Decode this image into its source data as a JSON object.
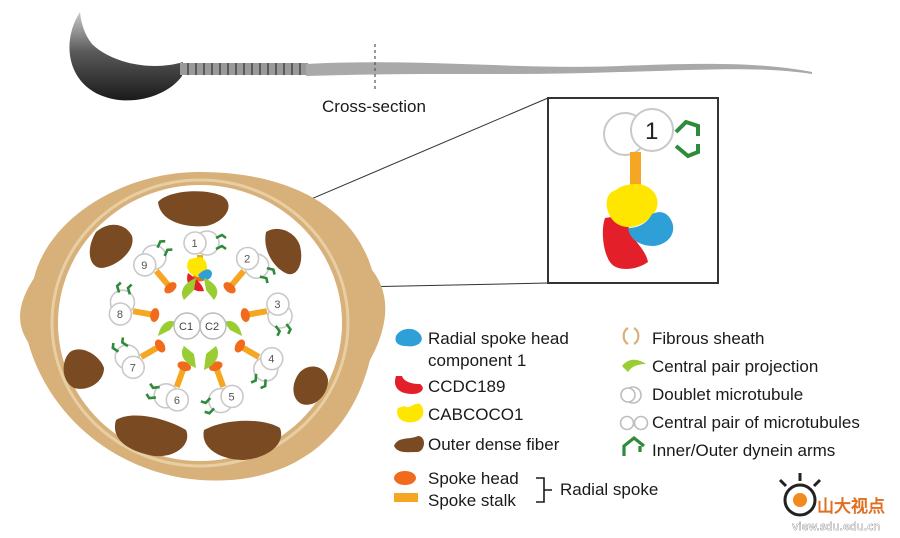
{
  "sperm": {
    "cross_section_label": "Cross-section"
  },
  "zoom": {
    "doublet_number": "1"
  },
  "doublets": [
    {
      "number": "1"
    },
    {
      "number": "2"
    },
    {
      "number": "3"
    },
    {
      "number": "4"
    },
    {
      "number": "5"
    },
    {
      "number": "6"
    },
    {
      "number": "7"
    },
    {
      "number": "8"
    },
    {
      "number": "9"
    }
  ],
  "central_pair": {
    "c1": "C1",
    "c2": "C2"
  },
  "legend_left": [
    {
      "icon": "radial-spoke-head-component-1-icon",
      "line1": "Radial spoke head",
      "line2": "component 1",
      "color": "#2f9fd8"
    },
    {
      "icon": "ccdc189-icon",
      "line1": "CCDC189",
      "color": "#e3202a"
    },
    {
      "icon": "cabcoco1-icon",
      "line1": "CABCOCO1",
      "color": "#ffe600"
    },
    {
      "icon": "outer-dense-fiber-icon",
      "line1": "Outer dense fiber",
      "color": "#7a4a22"
    }
  ],
  "legend_right": [
    {
      "icon": "fibrous-sheath-icon",
      "label": "Fibrous sheath"
    },
    {
      "icon": "central-pair-projection-icon",
      "label": "Central pair projection"
    },
    {
      "icon": "doublet-microtubule-icon",
      "label": "Doublet microtubule"
    },
    {
      "icon": "central-pair-microtubules-icon",
      "label": "Central pair of microtubules"
    },
    {
      "icon": "dynein-arms-icon",
      "label": "Inner/Outer dynein arms"
    }
  ],
  "radial_spoke": {
    "head_label": "Spoke head",
    "stalk_label": "Spoke stalk",
    "group_label": "Radial spoke"
  },
  "watermark": {
    "text": "山大视点",
    "url": "view.sdu.edu.cn"
  },
  "colors": {
    "sheath": "#d7b07a",
    "dense_fiber": "#7a4a22",
    "spoke_head": "#f26a1b",
    "spoke_stalk": "#f5a623",
    "cp_projection": "#9acd32",
    "dynein": "#2e8b3c"
  }
}
